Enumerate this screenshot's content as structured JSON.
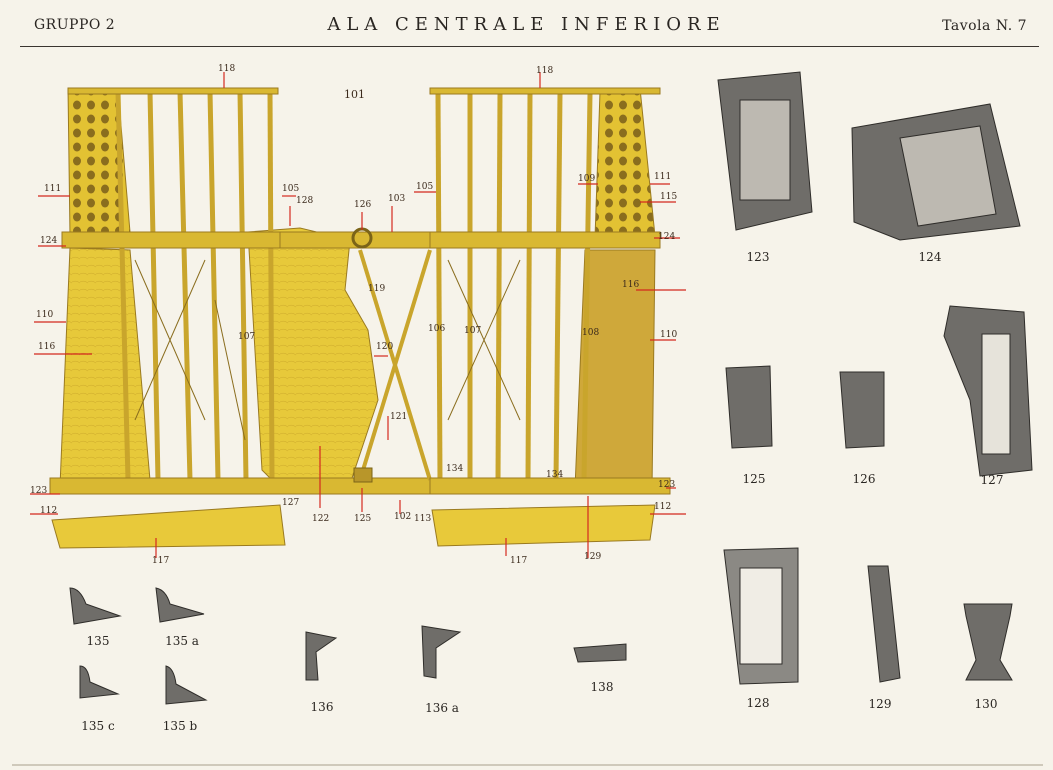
{
  "header": {
    "group": "GRUPPO 2",
    "title": "ALA CENTRALE INFERIORE",
    "plate": "Tavola N. 7"
  },
  "drawing_labels": [
    "118",
    "118",
    "101",
    "111",
    "111",
    "105",
    "105",
    "128",
    "126",
    "103",
    "109",
    "115",
    "124",
    "124",
    "110",
    "110",
    "116",
    "116",
    "119",
    "107",
    "106",
    "107",
    "108",
    "120",
    "121",
    "123",
    "123",
    "112",
    "112",
    "127",
    "122",
    "125",
    "102",
    "113",
    "134",
    "134",
    "117",
    "117",
    "129"
  ],
  "captions": {
    "c123": "123",
    "c124": "124",
    "c125": "125",
    "c126": "126",
    "c127": "127",
    "c128": "128",
    "c129": "129",
    "c130": "130",
    "c135": "135",
    "c135a": "135 a",
    "c135c": "135 c",
    "c135b": "135 b",
    "c136": "136",
    "c136a": "136 a",
    "c138": "138"
  },
  "colors": {
    "wing": "#e9cc3a",
    "wing_dark": "#b8962a",
    "paper": "#f6f3ea",
    "metal": "#6f6d69",
    "metal_light": "#bdb9b1",
    "leader": "#d4291f"
  }
}
